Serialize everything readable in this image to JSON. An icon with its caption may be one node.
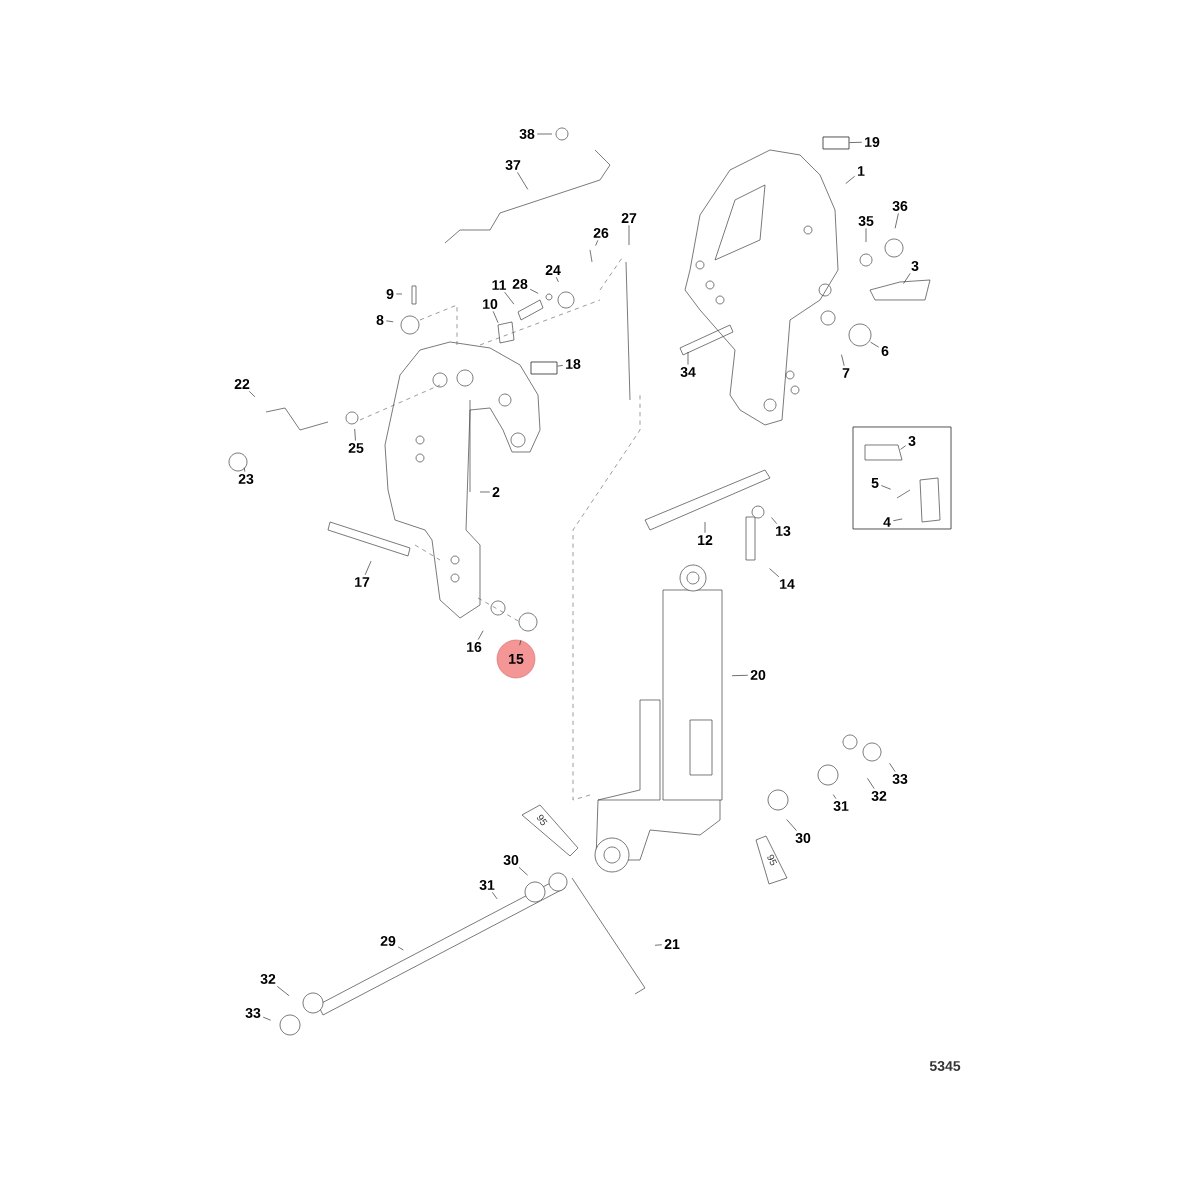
{
  "diagram": {
    "nodes": [
      {
        "text": [
          "38"
        ]
      },
      {
        "text": [
          "19"
        ]
      },
      {
        "text": [],
        "shape": "box"
      },
      {
        "text": [
          "37"
        ]
      },
      {
        "text": [
          "1"
        ]
      },
      {
        "text": [
          "36"
        ]
      },
      {
        "text": [
          "27"
        ]
      },
      {
        "text": [
          "35"
        ]
      },
      {
        "text": [
          "26"
        ]
      },
      {
        "text": [
          "3"
        ]
      },
      {
        "text": [
          "24"
        ]
      },
      {
        "text": [
          "28"
        ]
      },
      {
        "text": [
          "9"
        ]
      },
      {
        "text": [
          "11"
        ]
      },
      {
        "text": [
          "10"
        ]
      },
      {
        "text": [
          "8"
        ]
      },
      {
        "text": [
          "6"
        ]
      },
      {
        "text": [
          "18"
        ]
      },
      {
        "text": [],
        "shape": "box"
      },
      {
        "text": [
          "34"
        ]
      },
      {
        "text": [
          "7"
        ]
      },
      {
        "text": [
          "22"
        ]
      },
      {
        "text": [],
        "shape": "box"
      },
      {
        "text": [
          "3"
        ],
        "in": 22
      },
      {
        "text": [
          "25"
        ]
      },
      {
        "text": [
          "23"
        ]
      },
      {
        "text": [
          "2"
        ]
      },
      {
        "text": [
          "5"
        ],
        "in": 22
      },
      {
        "text": [
          "12"
        ]
      },
      {
        "text": [
          "13"
        ]
      },
      {
        "text": [
          "4"
        ],
        "in": 22
      },
      {
        "text": [
          "14"
        ]
      },
      {
        "text": [
          "17"
        ]
      },
      {
        "text": [
          "16"
        ]
      },
      {
        "text": [
          "15"
        ]
      },
      {
        "text": [
          "20"
        ]
      },
      {
        "text": [
          "33"
        ]
      },
      {
        "text": [
          "32"
        ]
      },
      {
        "text": [
          "31"
        ]
      },
      {
        "text": [
          "30"
        ]
      },
      {
        "text": [
          "30"
        ]
      },
      {
        "text": [
          "31"
        ]
      },
      {
        "text": [
          "21"
        ]
      },
      {
        "text": [
          "29"
        ]
      },
      {
        "text": [
          "32"
        ]
      },
      {
        "text": [
          "33"
        ]
      }
    ],
    "edges": [
      {
        "from": 0,
        "to": null,
        "arrow": "none"
      },
      {
        "from": 1,
        "to": 2,
        "arrow": "none"
      },
      {
        "from": 3,
        "to": null,
        "arrow": "none"
      },
      {
        "from": 4,
        "to": null,
        "arrow": "none"
      },
      {
        "from": 5,
        "to": null,
        "arrow": "none"
      },
      {
        "from": 6,
        "to": null,
        "arrow": "none"
      },
      {
        "from": 7,
        "to": null,
        "arrow": "none"
      },
      {
        "from": 8,
        "to": null,
        "arrow": "none"
      },
      {
        "from": 9,
        "to": null,
        "arrow": "none"
      },
      {
        "from": 10,
        "to": null,
        "arrow": "none"
      },
      {
        "from": 11,
        "to": null,
        "arrow": "none"
      },
      {
        "from": 12,
        "to": null,
        "arrow": "none"
      },
      {
        "from": 13,
        "to": null,
        "arrow": "none"
      },
      {
        "from": 14,
        "to": null,
        "arrow": "none"
      },
      {
        "from": 15,
        "to": null,
        "arrow": "none"
      },
      {
        "from": 16,
        "to": null,
        "arrow": "none"
      },
      {
        "from": 17,
        "to": 18,
        "arrow": "none"
      },
      {
        "from": 19,
        "to": null,
        "arrow": "none"
      },
      {
        "from": 20,
        "to": null,
        "arrow": "none"
      },
      {
        "from": 21,
        "to": null,
        "arrow": "none"
      },
      {
        "from": 23,
        "to": null,
        "arrow": "none"
      },
      {
        "from": 24,
        "to": null,
        "arrow": "none"
      },
      {
        "from": 25,
        "to": null,
        "arrow": "none"
      },
      {
        "from": 26,
        "to": null,
        "arrow": "none"
      },
      {
        "from": 27,
        "to": null,
        "arrow": "none"
      },
      {
        "from": 28,
        "to": null,
        "arrow": "none"
      },
      {
        "from": 29,
        "to": null,
        "arrow": "none"
      },
      {
        "from": 30,
        "to": null,
        "arrow": "none"
      },
      {
        "from": 31,
        "to": null,
        "arrow": "none"
      },
      {
        "from": 32,
        "to": null,
        "arrow": "none"
      },
      {
        "from": 33,
        "to": null,
        "arrow": "none"
      },
      {
        "from": 34,
        "to": null,
        "arrow": "none"
      },
      {
        "from": 35,
        "to": null,
        "arrow": "none"
      },
      {
        "from": 36,
        "to": null,
        "arrow": "none"
      },
      {
        "from": 37,
        "to": null,
        "arrow": "none"
      },
      {
        "from": 38,
        "to": null,
        "arrow": "none"
      },
      {
        "from": 39,
        "to": null,
        "arrow": "none"
      },
      {
        "from": 40,
        "to": null,
        "arrow": "none"
      },
      {
        "from": 41,
        "to": null,
        "arrow": "none"
      },
      {
        "from": 42,
        "to": null,
        "arrow": "none"
      },
      {
        "from": 43,
        "to": null,
        "arrow": "none"
      },
      {
        "from": 44,
        "to": null,
        "arrow": "none"
      },
      {
        "from": 45,
        "to": null,
        "arrow": "none"
      }
    ],
    "labels": [
      "95",
      "95",
      "5345"
    ]
  }
}
